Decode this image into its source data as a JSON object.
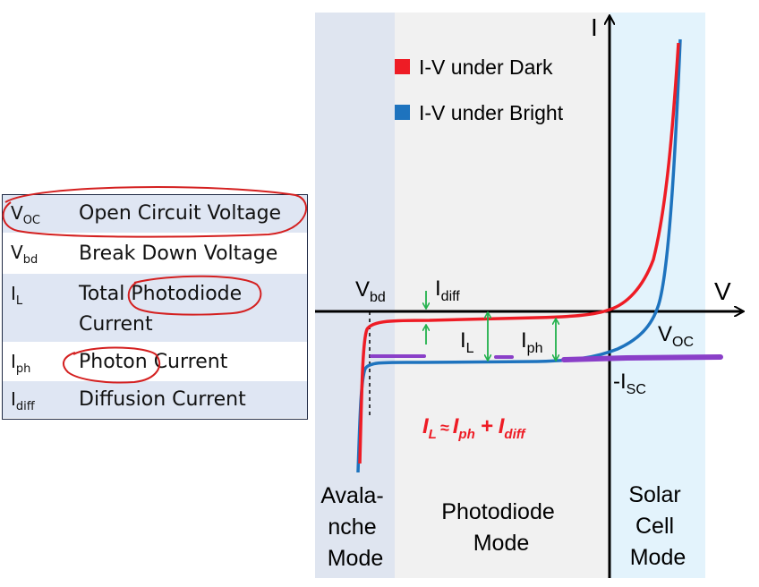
{
  "table": {
    "rows": [
      {
        "sym": "V",
        "sub": "OC",
        "desc": "Open Circuit Voltage"
      },
      {
        "sym": "V",
        "sub": "bd",
        "desc": "Break Down Voltage"
      },
      {
        "sym": "I",
        "sub": "L",
        "desc": "Total Photodiode",
        "desc2": "Current"
      },
      {
        "sym": "I",
        "sub": "ph",
        "desc": "Photon Current"
      },
      {
        "sym": "I",
        "sub": "diff",
        "desc": "Diffusion Current"
      }
    ]
  },
  "legend": {
    "dark": "I-V under Dark",
    "bright": "I-V under Bright"
  },
  "axes": {
    "y": "I",
    "x": "V"
  },
  "labels": {
    "vbd": "V",
    "vbd_sub": "bd",
    "idiff": "I",
    "idiff_sub": "diff",
    "il": "I",
    "il_sub": "L",
    "iph": "I",
    "iph_sub": "ph",
    "voc": "V",
    "voc_sub": "OC",
    "isc": "-I",
    "isc_sub": "SC",
    "formula_il": "I",
    "formula_il_sub": "L",
    "formula_approx": "≈",
    "formula_iph": "I",
    "formula_iph_sub": "ph",
    "formula_plus": "+",
    "formula_idiff": "I",
    "formula_idiff_sub": "diff"
  },
  "regions": {
    "avalanche": [
      "Avala-",
      "nche",
      "Mode"
    ],
    "photodiode": [
      "Photodiode",
      "Mode"
    ],
    "solar": [
      "Solar",
      "Cell",
      "Mode"
    ]
  },
  "colors": {
    "dark": "#ee1c25",
    "bright": "#1e73be",
    "annotation": "#8a3fc8",
    "arrow": "#22b14c",
    "avalanche_bg": "#dfe5f0",
    "photodiode_bg": "#f1f1f1",
    "solar_bg": "#e3f3fc",
    "circle": "#d42020"
  }
}
